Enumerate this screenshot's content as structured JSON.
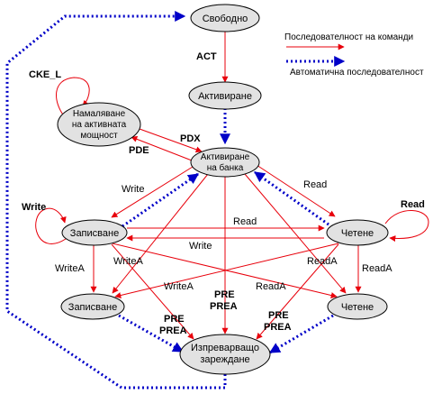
{
  "nodes": {
    "idle": [
      "Свободно"
    ],
    "active": [
      "Активиране"
    ],
    "power_down": [
      "Намаляване",
      "на активната",
      "мощност"
    ],
    "bank_active": [
      "Активиране",
      "на банка"
    ],
    "writing": [
      "Записване"
    ],
    "reading": [
      "Четене"
    ],
    "writing_ap": [
      "Записване"
    ],
    "reading_ap": [
      "Четене"
    ],
    "precharge": [
      "Изпреварващо",
      "зареждане"
    ]
  },
  "labels": {
    "act": "ACT",
    "cke_l": "CKE_L",
    "pdx": "PDX",
    "pde": "PDE",
    "write_upper": "Write",
    "read_upper": "Read",
    "write_self": "Write",
    "read_self": "Read",
    "read_cross": "Read",
    "write_cross": "Write",
    "writea_left": "WriteA",
    "writea_center": "WriteA",
    "writea_diag": "WriteA",
    "reada_right": "ReadA",
    "reada_center": "ReadA",
    "reada_diag": "ReadA",
    "pre_left": [
      "PRE",
      "PREA"
    ],
    "pre_center": [
      "PRE",
      "PREA"
    ],
    "pre_right": [
      "PRE",
      "PREA"
    ]
  },
  "legend": {
    "command": "Последователност на команди",
    "automatic": "Автоматична последователност",
    "command_color": "#e8000b",
    "automatic_color": "#0000c8"
  }
}
